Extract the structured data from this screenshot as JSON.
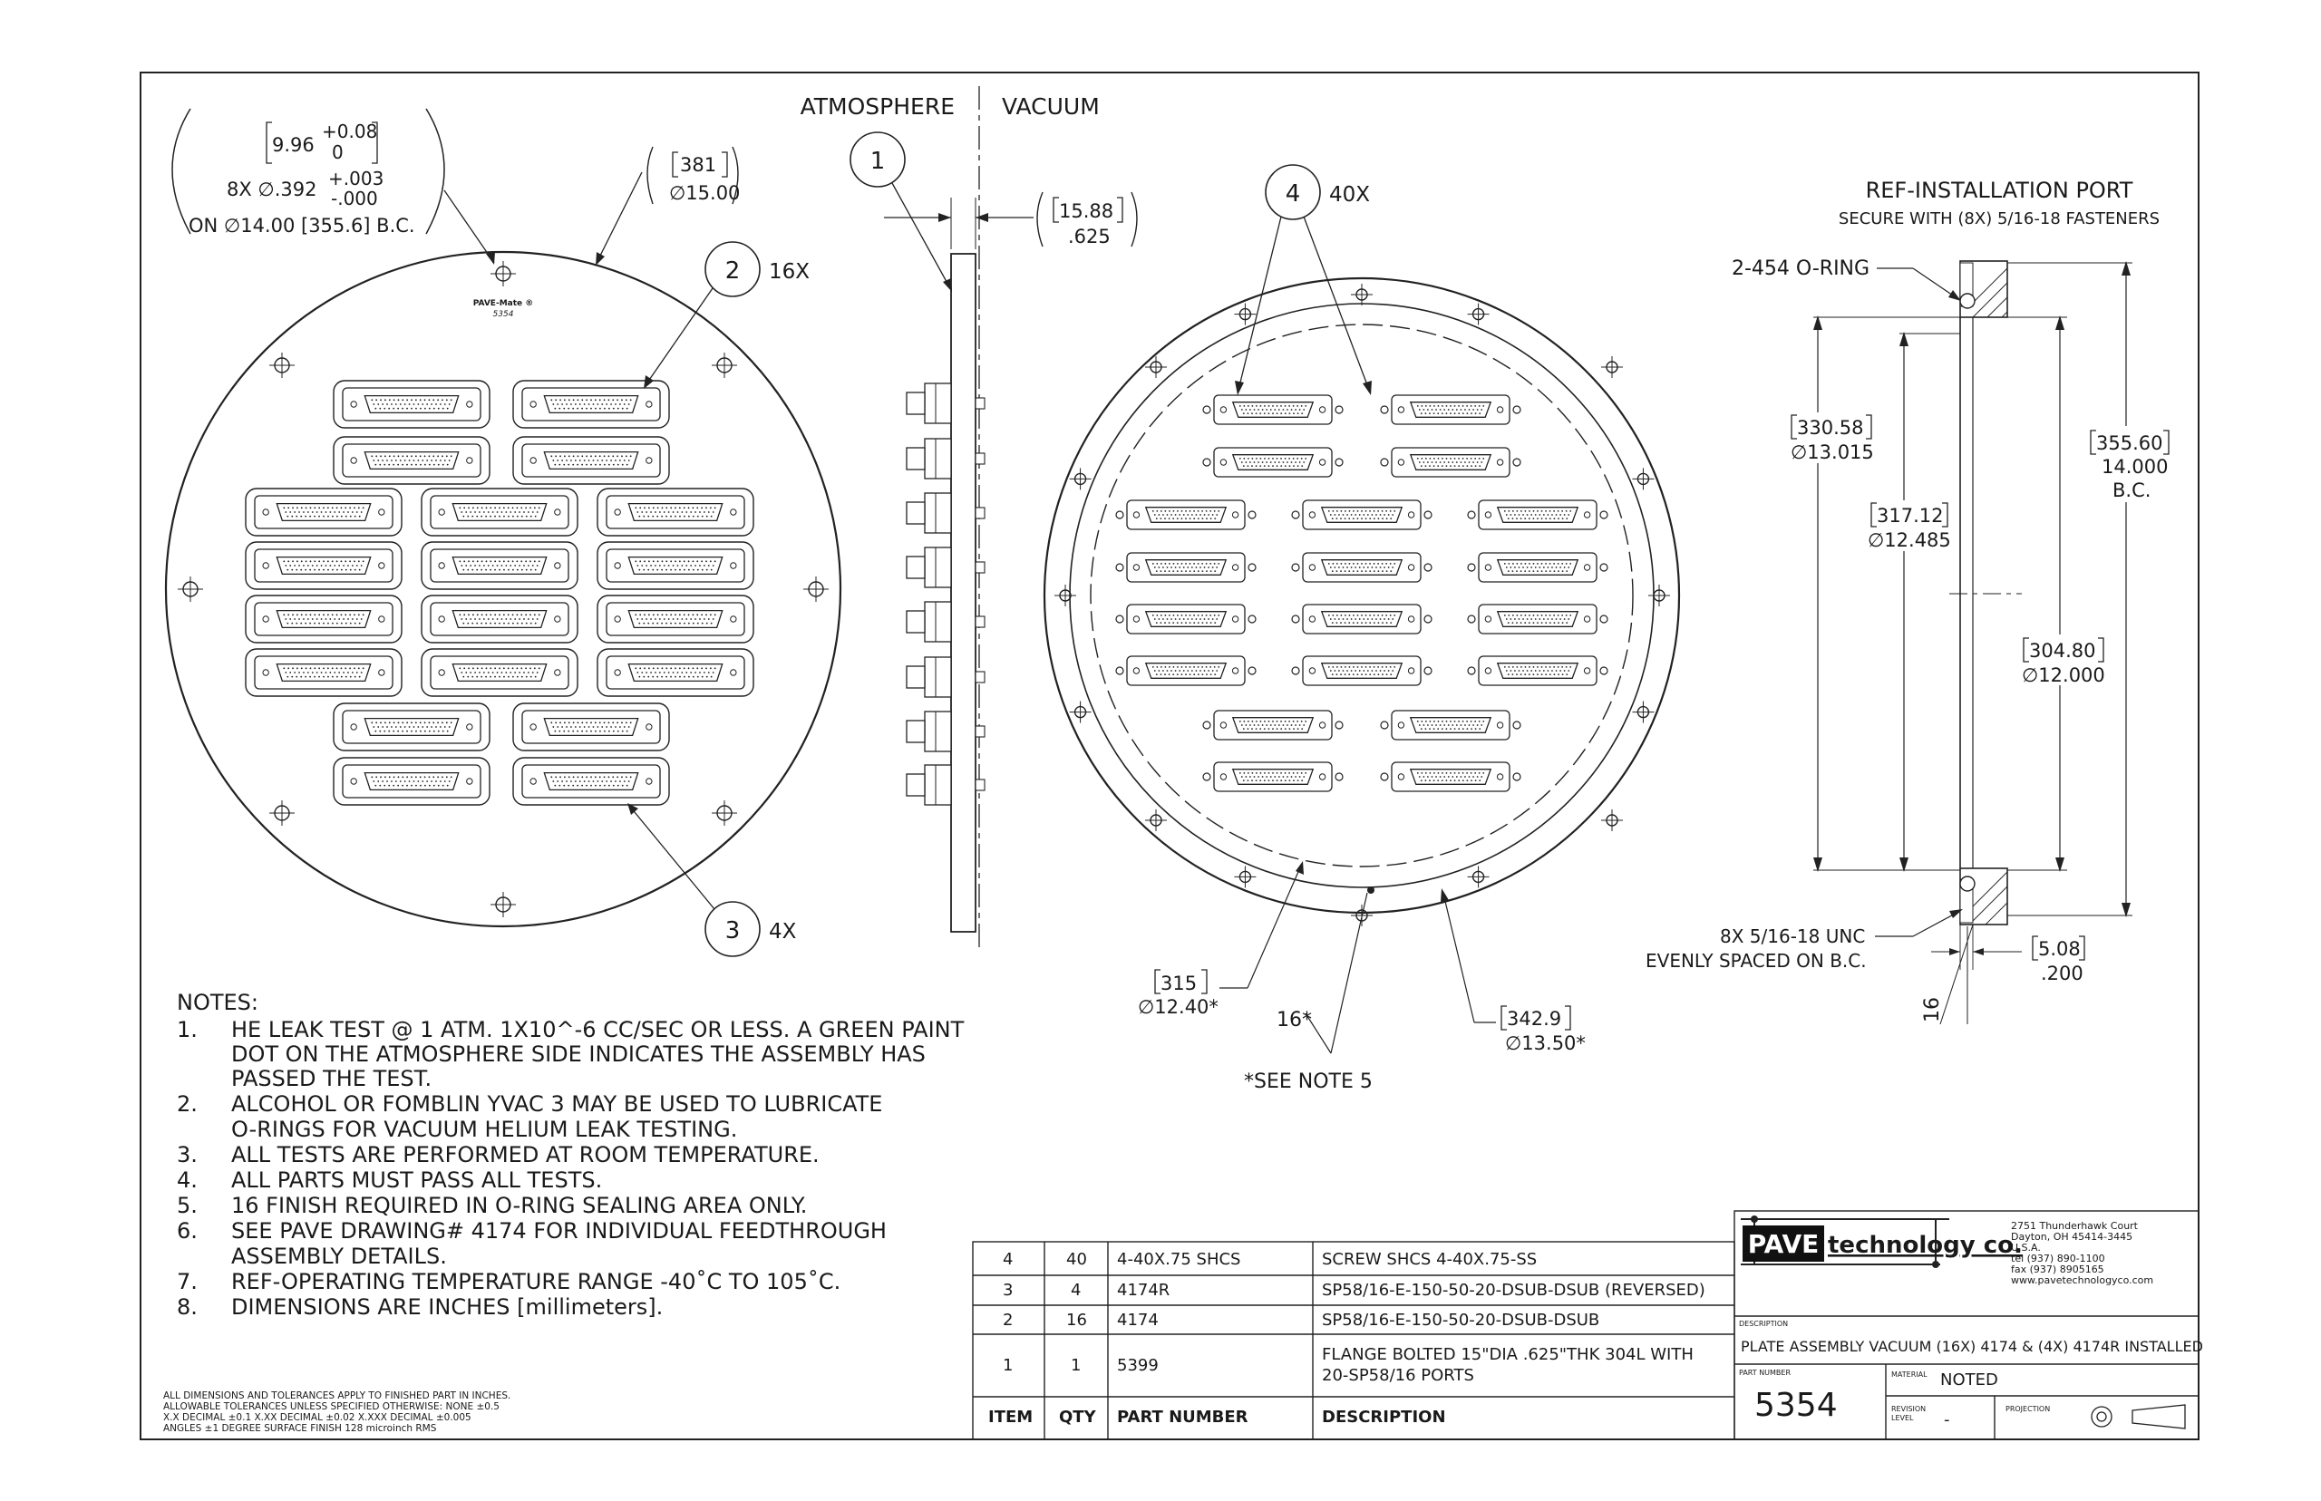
{
  "section_labels": {
    "atmosphere": "ATMOSPHERE",
    "vacuum": "VACUUM"
  },
  "front_view": {
    "hole_callout": {
      "mm_nominal": "9.96",
      "mm_upper": "+0.08",
      "mm_lower": "0",
      "qty_dia": "8X ∅.392",
      "in_upper": "+.003",
      "in_lower": "-.000",
      "bolt_circle": "ON ∅14.00 [355.6] B.C."
    },
    "od_callout": {
      "mm": "381",
      "inch": "∅15.00"
    },
    "plate_marking": {
      "line1": "PAVE-Mate ®",
      "line2": "5354"
    },
    "balloon_2": {
      "num": "2",
      "qty": "16X"
    },
    "balloon_3": {
      "num": "3",
      "qty": "4X"
    }
  },
  "side_view": {
    "balloon_1": {
      "num": "1"
    },
    "thickness": {
      "mm": "15.88",
      "inch": ".625"
    }
  },
  "rear_view": {
    "balloon_4": {
      "num": "4",
      "qty": "40X"
    },
    "dim_inner": {
      "mm": "315",
      "inch": "∅12.40*"
    },
    "dim_outer": {
      "mm": "342.9",
      "inch": "∅13.50*"
    },
    "angle": "16*",
    "see_note": "*SEE NOTE 5"
  },
  "port_view": {
    "title": "REF-INSTALLATION PORT",
    "subtitle": "SECURE WITH (8X) 5/16-18 FASTENERS",
    "oring": "2-454 O-RING",
    "dim_a": {
      "mm": "330.58",
      "inch": "∅13.015"
    },
    "dim_b": {
      "mm": "317.12",
      "inch": "∅12.485"
    },
    "dim_c": {
      "mm": "355.60",
      "inch": "14.000",
      "suffix": "B.C."
    },
    "dim_d": {
      "mm": "304.80",
      "inch": "∅12.000"
    },
    "thread_1": "8X 5/16-18 UNC",
    "thread_2": "EVENLY SPACED ON B.C.",
    "dim_e": {
      "mm": "5.08",
      "inch": ".200"
    },
    "angle": "16"
  },
  "notes": {
    "title": "NOTES:",
    "lines": [
      {
        "num": "1.",
        "text": "HE LEAK TEST @ 1 ATM. 1X10^-6 CC/SEC OR LESS. A GREEN PAINT"
      },
      {
        "num": "",
        "text": "DOT ON THE ATMOSPHERE SIDE INDICATES THE ASSEMBLY HAS"
      },
      {
        "num": "",
        "text": "PASSED THE TEST."
      },
      {
        "num": "2.",
        "text": "ALCOHOL OR FOMBLIN YVAC 3 MAY BE USED TO LUBRICATE"
      },
      {
        "num": "",
        "text": "O-RINGS FOR VACUUM HELIUM LEAK TESTING."
      },
      {
        "num": "3.",
        "text": "ALL TESTS ARE PERFORMED AT ROOM TEMPERATURE."
      },
      {
        "num": "4.",
        "text": "ALL PARTS MUST PASS ALL TESTS."
      },
      {
        "num": "5.",
        "text": "16 FINISH REQUIRED IN O-RING SEALING AREA ONLY."
      },
      {
        "num": "6.",
        "text": "SEE PAVE DRAWING# 4174 FOR INDIVIDUAL FEEDTHROUGH"
      },
      {
        "num": "",
        "text": "ASSEMBLY DETAILS."
      },
      {
        "num": "7.",
        "text": "REF-OPERATING TEMPERATURE RANGE -40˚C TO 105˚C."
      },
      {
        "num": "8.",
        "text": "DIMENSIONS ARE INCHES [millimeters]."
      }
    ]
  },
  "tolerances": [
    "ALL DIMENSIONS AND TOLERANCES APPLY TO FINISHED PART IN INCHES.",
    "ALLOWABLE TOLERANCES UNLESS SPECIFIED OTHERWISE: NONE   ±0.5",
    "X.X DECIMAL  ±0.1  X.XX DECIMAL  ±0.02  X.XXX DECIMAL  ±0.005",
    "ANGLES  ±1 DEGREE  SURFACE FINISH 128 microinch RMS"
  ],
  "bom": {
    "headers": {
      "item": "ITEM",
      "qty": "QTY",
      "part": "PART NUMBER",
      "desc": "DESCRIPTION"
    },
    "rows": [
      {
        "item": "4",
        "qty": "40",
        "part": "4-40X.75 SHCS",
        "desc": "SCREW SHCS 4-40X.75-SS",
        "desc2": ""
      },
      {
        "item": "3",
        "qty": "4",
        "part": "4174R",
        "desc": "SP58/16-E-150-50-20-DSUB-DSUB (REVERSED)",
        "desc2": ""
      },
      {
        "item": "2",
        "qty": "16",
        "part": "4174",
        "desc": "SP58/16-E-150-50-20-DSUB-DSUB",
        "desc2": ""
      },
      {
        "item": "1",
        "qty": "1",
        "part": "5399",
        "desc": "FLANGE BOLTED 15\"DIA .625\"THK 304L WITH",
        "desc2": "20-SP58/16 PORTS"
      }
    ]
  },
  "title_block": {
    "logo_pave": "PAVE",
    "logo_tech": "technology co.",
    "address": [
      "2751 Thunderhawk Court",
      "Dayton, OH 45414-3445",
      "U.S.A.",
      "tel (937) 890-1100",
      "fax (937) 8905165",
      "www.pavetechnologyco.com"
    ],
    "description_label": "DESCRIPTION",
    "description": "PLATE ASSEMBLY VACUUM (16X) 4174 & (4X) 4174R INSTALLED",
    "part_number_label": "PART NUMBER",
    "part_number": "5354",
    "material_label": "MATERIAL",
    "material": "NOTED",
    "revision_label_1": "REVISION",
    "revision_label_2": "LEVEL",
    "revision": "-",
    "projection_label": "PROJECTION"
  }
}
